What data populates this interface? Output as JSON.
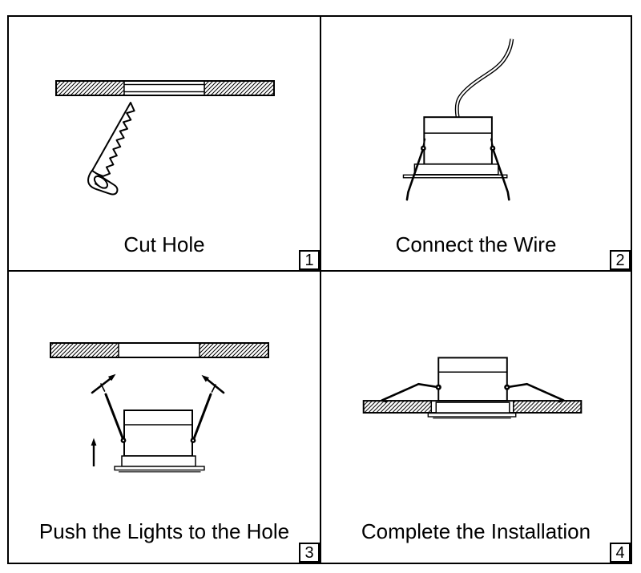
{
  "document": {
    "kind": "installation-instruction-sheet",
    "subject": "recessed downlight"
  },
  "colors": {
    "line": "#000000",
    "background": "#ffffff"
  },
  "steps": [
    {
      "number": "1",
      "caption": "Cut Hole",
      "figures": [
        "ceiling-cross-section-with-cutout",
        "hand-saw-icon"
      ]
    },
    {
      "number": "2",
      "caption": "Connect the Wire",
      "figures": [
        "downlight-fixture",
        "supply-wire"
      ]
    },
    {
      "number": "3",
      "caption": "Push the Lights to the Hole",
      "figures": [
        "ceiling-cross-section-with-hole",
        "downlight-fixture",
        "spring-clip-push-arrows",
        "upward-arrow"
      ]
    },
    {
      "number": "4",
      "caption": "Complete the Installation",
      "figures": [
        "downlight-installed-in-ceiling"
      ]
    }
  ]
}
